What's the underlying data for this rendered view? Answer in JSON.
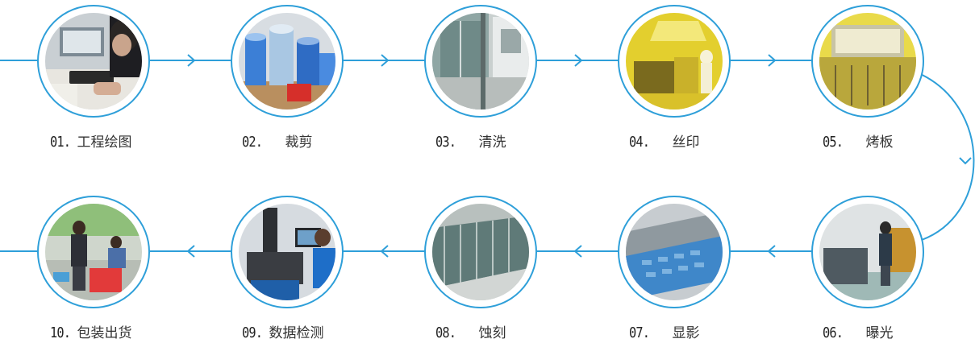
{
  "colors": {
    "line": "#2e9fd9",
    "text": "#333333"
  },
  "steps": [
    {
      "num": "01.",
      "name": "工程绘图",
      "photo": "engineering-drawing-photo"
    },
    {
      "num": "02.",
      "name": "裁剪",
      "photo": "cutting-photo"
    },
    {
      "num": "03.",
      "name": "清洗",
      "photo": "cleaning-photo"
    },
    {
      "num": "04.",
      "name": "丝印",
      "photo": "screen-printing-photo"
    },
    {
      "num": "05.",
      "name": "烤板",
      "photo": "baking-photo"
    },
    {
      "num": "06.",
      "name": "曝光",
      "photo": "exposure-photo"
    },
    {
      "num": "07.",
      "name": "显影",
      "photo": "developing-photo"
    },
    {
      "num": "08.",
      "name": "蚀刻",
      "photo": "etching-photo"
    },
    {
      "num": "09.",
      "name": "数据检测",
      "photo": "data-inspection-photo"
    },
    {
      "num": "10.",
      "name": "包装出货",
      "photo": "packaging-shipping-photo"
    }
  ]
}
